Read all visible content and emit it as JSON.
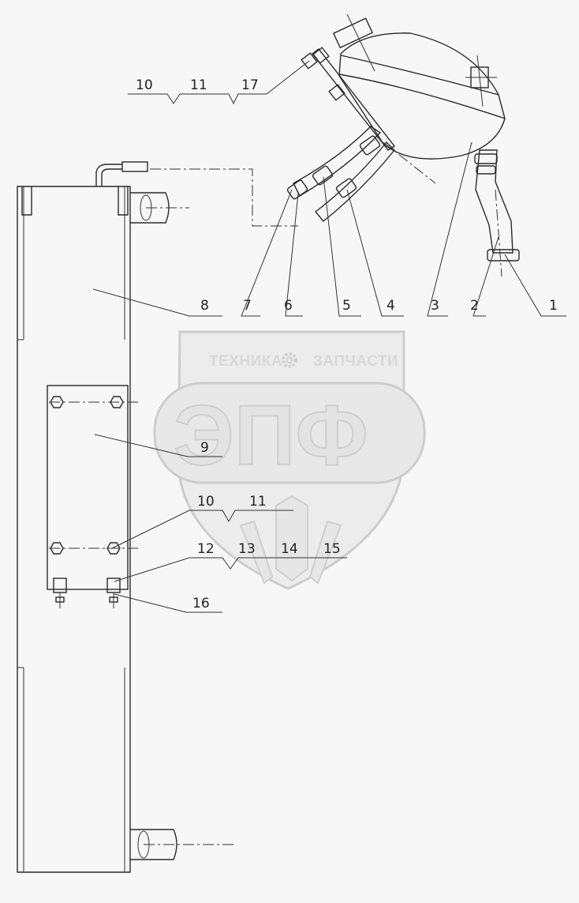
{
  "watermark": {
    "brand_top_left": "ТЕХНИКА",
    "brand_top_right": "ЗАПЧАСТИ",
    "brand_big": "ЭПФ",
    "gear_icon": "gear-icon"
  },
  "callouts": {
    "c1": "1",
    "c2": "2",
    "c3": "3",
    "c4": "4",
    "c5": "5",
    "c6": "6",
    "c7": "7",
    "c8": "8",
    "c9": "9",
    "c10_top": "10",
    "c11_top": "11",
    "c17": "17",
    "c10_low": "10",
    "c11_low": "11",
    "c12": "12",
    "c13": "13",
    "c14": "14",
    "c15": "15",
    "c16": "16"
  }
}
